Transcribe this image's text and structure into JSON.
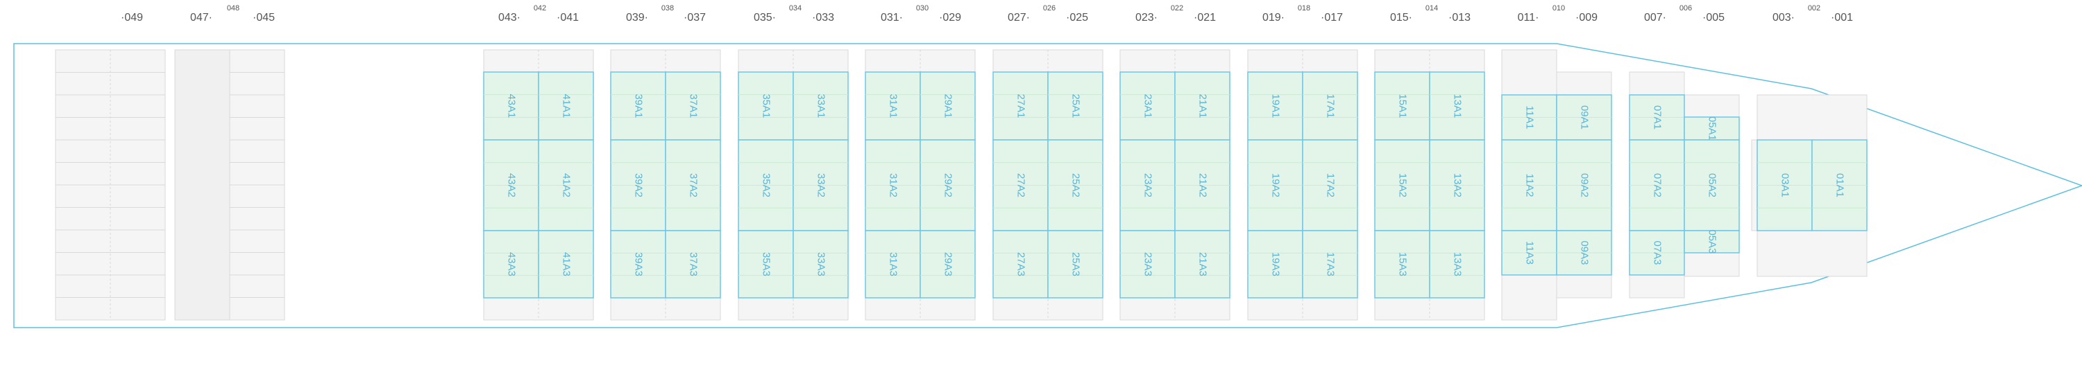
{
  "colors": {
    "hull_outline": "#5bc0e0",
    "assigned_fill": "#e3f5e9",
    "assigned_border": "#6cc6e8",
    "assigned_text": "#58b4d8",
    "empty_fill": "#f5f5f5",
    "empty_border": "#d9d9d9",
    "bay_label": "#555555"
  },
  "bay_labels": [
    {
      "text": "·049",
      "kind": "odd"
    },
    {
      "text": "047·",
      "kind": "odd"
    },
    {
      "text": "048",
      "kind": "even"
    },
    {
      "text": "·045",
      "kind": "odd"
    },
    {
      "text": "043·",
      "kind": "odd"
    },
    {
      "text": "042",
      "kind": "even"
    },
    {
      "text": "·041",
      "kind": "odd"
    },
    {
      "text": "039·",
      "kind": "odd"
    },
    {
      "text": "038",
      "kind": "even"
    },
    {
      "text": "·037",
      "kind": "odd"
    },
    {
      "text": "035·",
      "kind": "odd"
    },
    {
      "text": "034",
      "kind": "even"
    },
    {
      "text": "·033",
      "kind": "odd"
    },
    {
      "text": "031·",
      "kind": "odd"
    },
    {
      "text": "030",
      "kind": "even"
    },
    {
      "text": "·029",
      "kind": "odd"
    },
    {
      "text": "027·",
      "kind": "odd"
    },
    {
      "text": "026",
      "kind": "even"
    },
    {
      "text": "·025",
      "kind": "odd"
    },
    {
      "text": "023·",
      "kind": "odd"
    },
    {
      "text": "022",
      "kind": "even"
    },
    {
      "text": "·021",
      "kind": "odd"
    },
    {
      "text": "019·",
      "kind": "odd"
    },
    {
      "text": "018",
      "kind": "even"
    },
    {
      "text": "·017",
      "kind": "odd"
    },
    {
      "text": "015·",
      "kind": "odd"
    },
    {
      "text": "014",
      "kind": "even"
    },
    {
      "text": "·013",
      "kind": "odd"
    },
    {
      "text": "011·",
      "kind": "odd"
    },
    {
      "text": "010",
      "kind": "even"
    },
    {
      "text": "·009",
      "kind": "odd"
    },
    {
      "text": "007·",
      "kind": "odd"
    },
    {
      "text": "006",
      "kind": "even"
    },
    {
      "text": "·005",
      "kind": "odd"
    },
    {
      "text": "003·",
      "kind": "odd"
    },
    {
      "text": "002",
      "kind": "even"
    },
    {
      "text": "·001",
      "kind": "odd"
    }
  ],
  "assigned_slots": [
    {
      "bay": "43",
      "rows": [
        "43A1",
        "43A2",
        "43A3"
      ]
    },
    {
      "bay": "41",
      "rows": [
        "41A1",
        "41A2",
        "41A3"
      ]
    },
    {
      "bay": "39",
      "rows": [
        "39A1",
        "39A2",
        "39A3"
      ]
    },
    {
      "bay": "37",
      "rows": [
        "37A1",
        "37A2",
        "37A3"
      ]
    },
    {
      "bay": "35",
      "rows": [
        "35A1",
        "35A2",
        "35A3"
      ]
    },
    {
      "bay": "33",
      "rows": [
        "33A1",
        "33A2",
        "33A3"
      ]
    },
    {
      "bay": "31",
      "rows": [
        "31A1",
        "31A2",
        "31A3"
      ]
    },
    {
      "bay": "29",
      "rows": [
        "29A1",
        "29A2",
        "29A3"
      ]
    },
    {
      "bay": "27",
      "rows": [
        "27A1",
        "27A2",
        "27A3"
      ]
    },
    {
      "bay": "25",
      "rows": [
        "25A1",
        "25A2",
        "25A3"
      ]
    },
    {
      "bay": "23",
      "rows": [
        "23A1",
        "23A2",
        "23A3"
      ]
    },
    {
      "bay": "21",
      "rows": [
        "21A1",
        "21A2",
        "21A3"
      ]
    },
    {
      "bay": "19",
      "rows": [
        "19A1",
        "19A2",
        "19A3"
      ]
    },
    {
      "bay": "17",
      "rows": [
        "17A1",
        "17A2",
        "17A3"
      ]
    },
    {
      "bay": "15",
      "rows": [
        "15A1",
        "15A2",
        "15A3"
      ]
    },
    {
      "bay": "13",
      "rows": [
        "13A1",
        "13A2",
        "13A3"
      ]
    },
    {
      "bay": "11",
      "rows": [
        "11A1",
        "11A2",
        "11A3"
      ]
    },
    {
      "bay": "09",
      "rows": [
        "09A1",
        "09A2",
        "09A3"
      ]
    },
    {
      "bay": "07",
      "rows": [
        "07A1",
        "07A2",
        "07A3"
      ]
    },
    {
      "bay": "05",
      "rows": [
        "05A1",
        "05A2",
        "05A3"
      ]
    },
    {
      "bay": "03",
      "rows": [
        "03A1"
      ]
    },
    {
      "bay": "01",
      "rows": [
        "01A1"
      ]
    }
  ]
}
